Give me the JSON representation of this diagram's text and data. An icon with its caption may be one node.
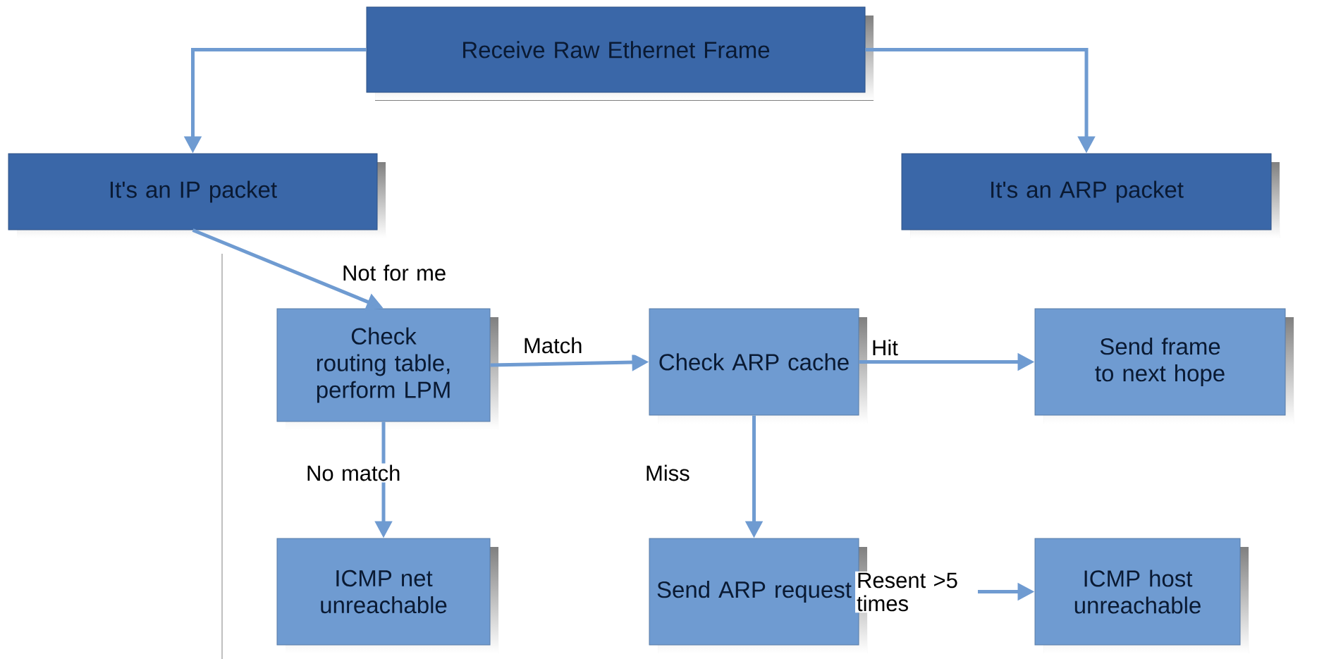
{
  "diagram": {
    "nodes": [
      {
        "text": [
          "Receive Raw Ethernet Frame"
        ]
      },
      {
        "text": [
          "It's an IP packet"
        ]
      },
      {
        "text": [
          "It's an ARP packet"
        ]
      },
      {
        "text": [
          "Check routing table, perform LPM"
        ]
      },
      {
        "text": [
          "Check ARP cache"
        ]
      },
      {
        "text": [
          "Send frame to next hope"
        ]
      },
      {
        "text": [
          "ICMP net unreachable"
        ]
      },
      {
        "text": [
          "Send ARP request"
        ]
      },
      {
        "text": [
          "ICMP host unreachable"
        ]
      }
    ],
    "edges": [
      {
        "from": 0,
        "to": 1,
        "arrow": "to"
      },
      {
        "from": 0,
        "to": 2,
        "arrow": "to"
      },
      {
        "from": 1,
        "to": 3,
        "arrow": "to",
        "label": "Not for me"
      },
      {
        "from": 3,
        "to": 4,
        "arrow": "to",
        "label": "Match"
      },
      {
        "from": 4,
        "to": 5,
        "arrow": "to",
        "label": "Hit"
      },
      {
        "from": 3,
        "to": 6,
        "arrow": "to",
        "label": "No match"
      },
      {
        "from": 4,
        "to": 7,
        "arrow": "to",
        "label": "Miss"
      },
      {
        "from": 7,
        "to": 8,
        "arrow": "to",
        "label": "Resent >5 times"
      }
    ]
  }
}
